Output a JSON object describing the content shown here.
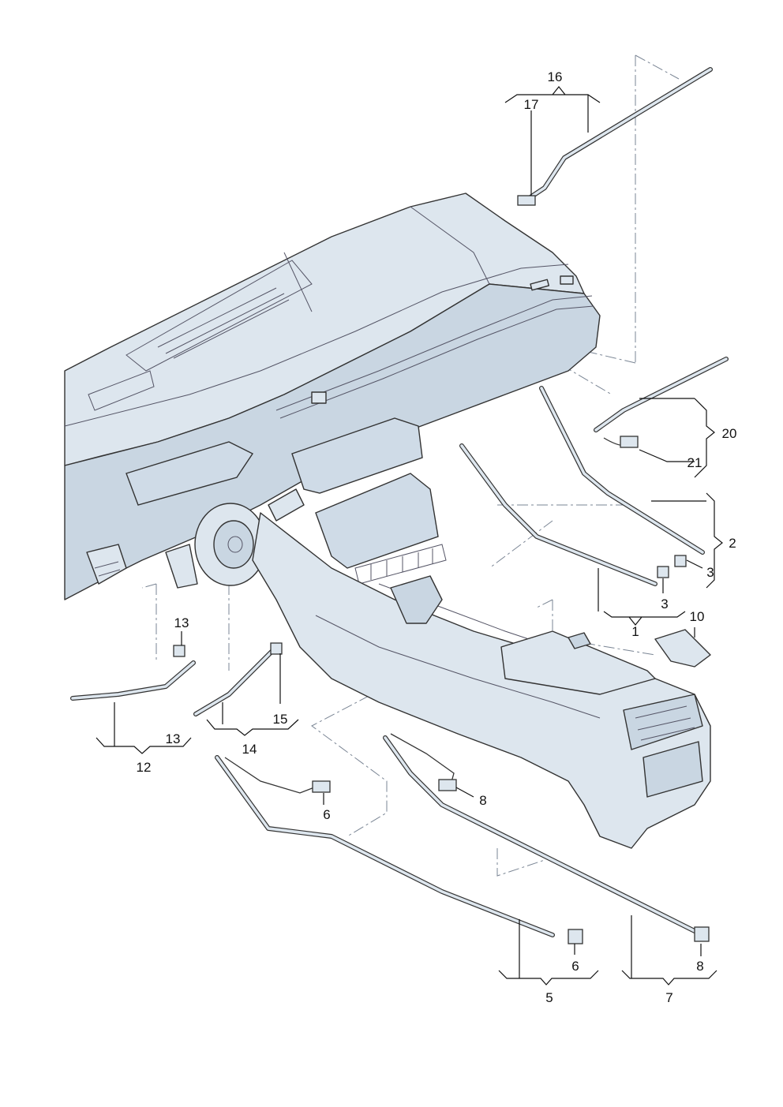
{
  "callouts": {
    "c1": "1",
    "c2": "2",
    "c3a": "3",
    "c3b": "3",
    "c5": "5",
    "c6a": "6",
    "c6b": "6",
    "c7": "7",
    "c8a": "8",
    "c8b": "8",
    "c10": "10",
    "c12": "12",
    "c13a": "13",
    "c13b": "13",
    "c14": "14",
    "c15": "15",
    "c16": "16",
    "c17": "17",
    "c20": "20",
    "c21": "21"
  },
  "colors": {
    "part_fill": "#dde6ee",
    "outline": "#333333",
    "dash": "#7a8594"
  }
}
